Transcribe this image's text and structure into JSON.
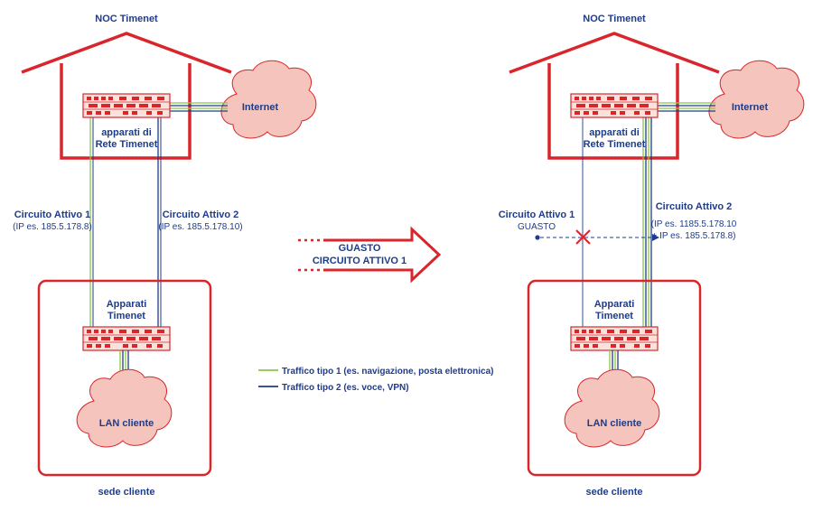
{
  "colors": {
    "red": "#d8262b",
    "navy": "#1d3c8c",
    "green": "#8cc63f",
    "cloud_fill": "#f4c4bd",
    "device_fill": "#fbe1dc"
  },
  "left": {
    "noc_title": "NOC Timenet",
    "rete_line1": "apparati di",
    "rete_line2": "Rete Timenet",
    "internet": "Internet",
    "circ1_title": "Circuito Attivo 1",
    "circ1_ip": "(IP es. 185.5.178.8)",
    "circ2_title": "Circuito Attivo 2",
    "circ2_ip": "(IP es. 185.5.178.10)",
    "apparati_line1": "Apparati",
    "apparati_line2": "Timenet",
    "lan": "LAN cliente",
    "sede": "sede cliente"
  },
  "middle": {
    "guasto_line1": "GUASTO",
    "guasto_line2": "CIRCUITO ATTIVO 1"
  },
  "legend": {
    "traffic1": "Traffico tipo 1 (es. navigazione, posta elettronica)",
    "traffic2": "Traffico tipo 2 (es. voce, VPN)"
  },
  "right": {
    "noc_title": "NOC Timenet",
    "rete_line1": "apparati di",
    "rete_line2": "Rete Timenet",
    "internet": "Internet",
    "circ1_title": "Circuito Attivo 1",
    "circ1_status": "GUASTO",
    "circ2_title": "Circuito Attivo 2",
    "circ2_ip1": "(IP es. 1185.5.178.10",
    "circ2_ip2": "+ IP es. 185.5.178.8)",
    "apparati_line1": "Apparati",
    "apparati_line2": "Timenet",
    "lan": "LAN cliente",
    "sede": "sede cliente"
  }
}
